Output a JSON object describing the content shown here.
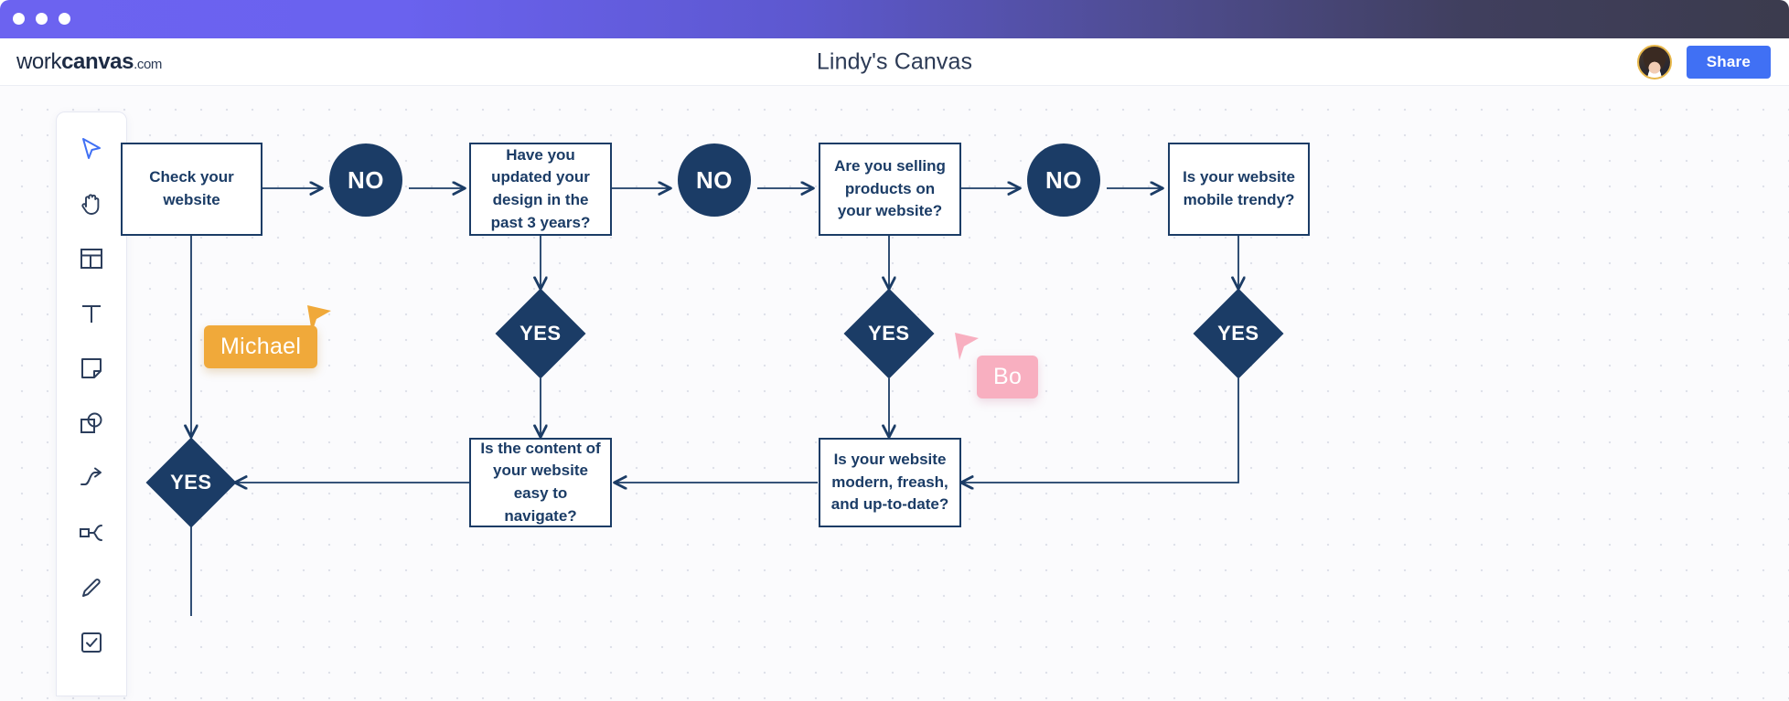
{
  "window": {
    "traffic_lights": [
      "close",
      "minimize",
      "maximize"
    ]
  },
  "header": {
    "logo": {
      "part1": "work",
      "part2": "canvas",
      "part3": ".com"
    },
    "title": "Lindy's Canvas",
    "share_label": "Share",
    "avatar_name": "user-avatar",
    "accent_blue": "#4070F4",
    "avatar_ring": "#E8B84B"
  },
  "toolbar": {
    "items": [
      {
        "name": "select-cursor-icon",
        "label": "Select",
        "active": true
      },
      {
        "name": "hand-pan-icon",
        "label": "Pan",
        "active": false
      },
      {
        "name": "template-layout-icon",
        "label": "Template",
        "active": false
      },
      {
        "name": "text-icon",
        "label": "Text",
        "active": false
      },
      {
        "name": "sticky-note-icon",
        "label": "Sticky note",
        "active": false
      },
      {
        "name": "shapes-icon",
        "label": "Shapes",
        "active": false
      },
      {
        "name": "connector-arrow-icon",
        "label": "Connector",
        "active": false
      },
      {
        "name": "mind-map-icon",
        "label": "Mind map",
        "active": false
      },
      {
        "name": "pencil-icon",
        "label": "Pen",
        "active": false
      },
      {
        "name": "checklist-icon",
        "label": "Task",
        "active": false
      }
    ]
  },
  "flowchart": {
    "colors": {
      "navy": "#1B3C66",
      "node_fill": "#FFFFFF",
      "line": "#1B3C66"
    },
    "nodes": [
      {
        "id": "check-website",
        "type": "box",
        "text": "Check your website"
      },
      {
        "id": "no-1",
        "type": "circle",
        "text": "NO"
      },
      {
        "id": "updated-design",
        "type": "box",
        "text": "Have you updated your design in the past 3 years?"
      },
      {
        "id": "no-2",
        "type": "circle",
        "text": "NO"
      },
      {
        "id": "selling-products",
        "type": "box",
        "text": "Are you selling products on your website?"
      },
      {
        "id": "no-3",
        "type": "circle",
        "text": "NO"
      },
      {
        "id": "mobile-trendy",
        "type": "box",
        "text": "Is your website mobile trendy?"
      },
      {
        "id": "yes-1",
        "type": "diamond",
        "text": "YES"
      },
      {
        "id": "yes-2",
        "type": "diamond",
        "text": "YES"
      },
      {
        "id": "yes-3",
        "type": "diamond",
        "text": "YES"
      },
      {
        "id": "yes-4",
        "type": "diamond",
        "text": "YES"
      },
      {
        "id": "content-navigate",
        "type": "box",
        "text": "Is the content of your website easy to navigate?"
      },
      {
        "id": "modern-fresh",
        "type": "box",
        "text": "Is your website modern, freash, and up-to-date?"
      }
    ]
  },
  "cursors": [
    {
      "name": "Michael",
      "color": "#F0A93A"
    },
    {
      "name": "Bo",
      "color": "#F8AFC0"
    }
  ]
}
